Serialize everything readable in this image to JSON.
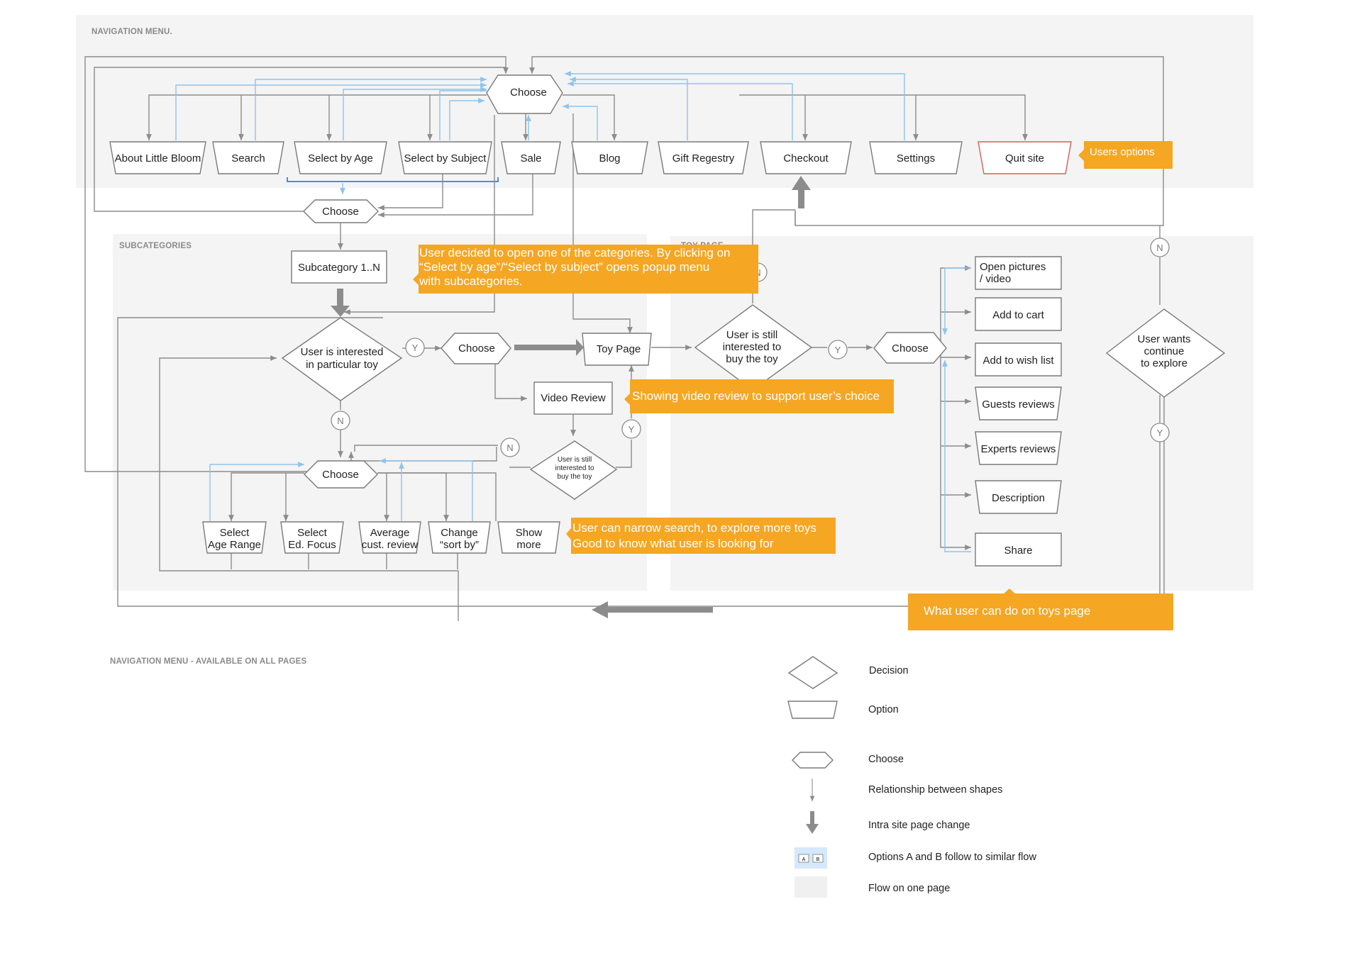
{
  "sections": {
    "navigation": "NAVIGATION MENU.",
    "subcategories": "SUBCATEGORIES",
    "toy_page": "TOY PAGE",
    "footer": "NAVIGATION MENU - AVAILABLE ON ALL PAGES"
  },
  "nav": {
    "choose": "Choose",
    "items": [
      "About Little Bloom",
      "Search",
      "Select by Age",
      "Select by Subject",
      "Sale",
      "Blog",
      "Gift Regestry",
      "Checkout",
      "Settings",
      "Quit site"
    ],
    "accent": "#e05a5a"
  },
  "sub": {
    "choose": "Choose",
    "subcategory": "Subcategory 1..N",
    "interested": [
      "User is interested",
      "in particular toy"
    ],
    "choose2": "Choose",
    "toy_page": "Toy Page",
    "video_review": "Video Review",
    "still_small": [
      "User is still",
      "interested to",
      "buy the toy"
    ],
    "choose3": "Choose",
    "filters": [
      [
        "Select",
        "Age Range"
      ],
      [
        "Select",
        "Ed. Focus"
      ],
      [
        "Average",
        "cust. review"
      ],
      [
        "Change",
        "“sort by”"
      ],
      [
        "Show",
        "more"
      ]
    ]
  },
  "toy": {
    "still": [
      "User is still",
      "interested to",
      "buy the toy"
    ],
    "choose": "Choose",
    "options": [
      [
        "Open pictures",
        "/ video"
      ],
      [
        "Add to cart"
      ],
      [
        "Add to wish list"
      ],
      [
        "Guests reviews"
      ],
      [
        "Experts reviews"
      ],
      [
        "Description"
      ],
      [
        "Share"
      ]
    ],
    "explore": [
      "User wants",
      "continue",
      "to explore"
    ]
  },
  "markers": {
    "yes": "Y",
    "no": "N"
  },
  "notes": {
    "users_options": "Users options",
    "categories": [
      "User decided to open one of the categories. By clicking on",
      "“Select by age”/“Select by subject” opens popup menu",
      "with subcategories."
    ],
    "video": "Showing video review to support user’s choice",
    "narrow": [
      "User can narrow search, to explore more toys",
      "Good to know what user is looking for"
    ],
    "toys_page": "What user can do on toys page",
    "color": "#f5a623"
  },
  "legend": {
    "decision": "Decision",
    "option": "Option",
    "choose": "Choose",
    "relationship": "Relationship between shapes",
    "intra": "Intra site page change",
    "ab_a": "A",
    "ab_b": "B",
    "ab": "Options A and B follow to similar flow",
    "flow": "Flow on one page"
  },
  "colors": {
    "panel": "#f4f4f4",
    "line": "#8c8c8c",
    "blue_line": "#8fc3ec",
    "blue_bracket": "#4a90d9"
  }
}
